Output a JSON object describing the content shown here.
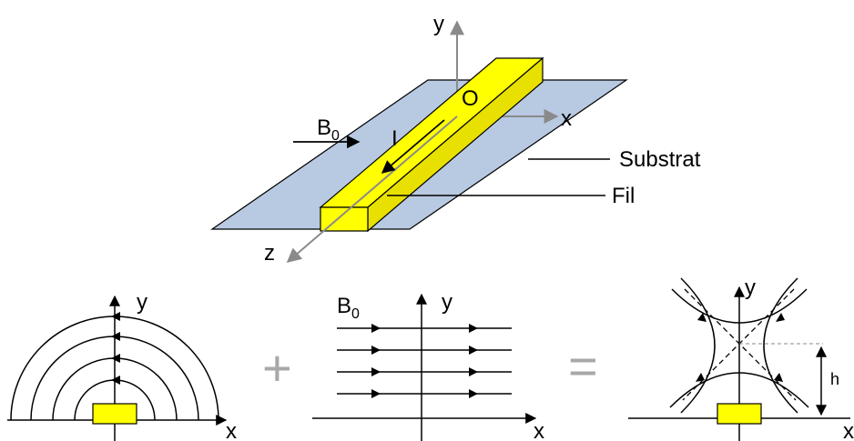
{
  "top": {
    "axis_x": "x",
    "axis_y": "y",
    "axis_z": "z",
    "origin": "O",
    "current": "I",
    "field": "B",
    "field_sub": "0",
    "substrate_label": "Substrat",
    "wire_label": "Fil"
  },
  "bottom": {
    "panel1": {
      "axis_x": "x",
      "axis_y": "y"
    },
    "plus": "+",
    "panel2": {
      "axis_x": "x",
      "axis_y": "y",
      "field": "B",
      "field_sub": "0"
    },
    "equals": "=",
    "panel3": {
      "axis_x": "x",
      "axis_y": "y",
      "height": "h"
    }
  },
  "colors": {
    "substrate": "#b8c9e2",
    "wire_top": "#ffff00",
    "wire_side": "#e8e000",
    "axis_gray": "#8a8a8a"
  }
}
